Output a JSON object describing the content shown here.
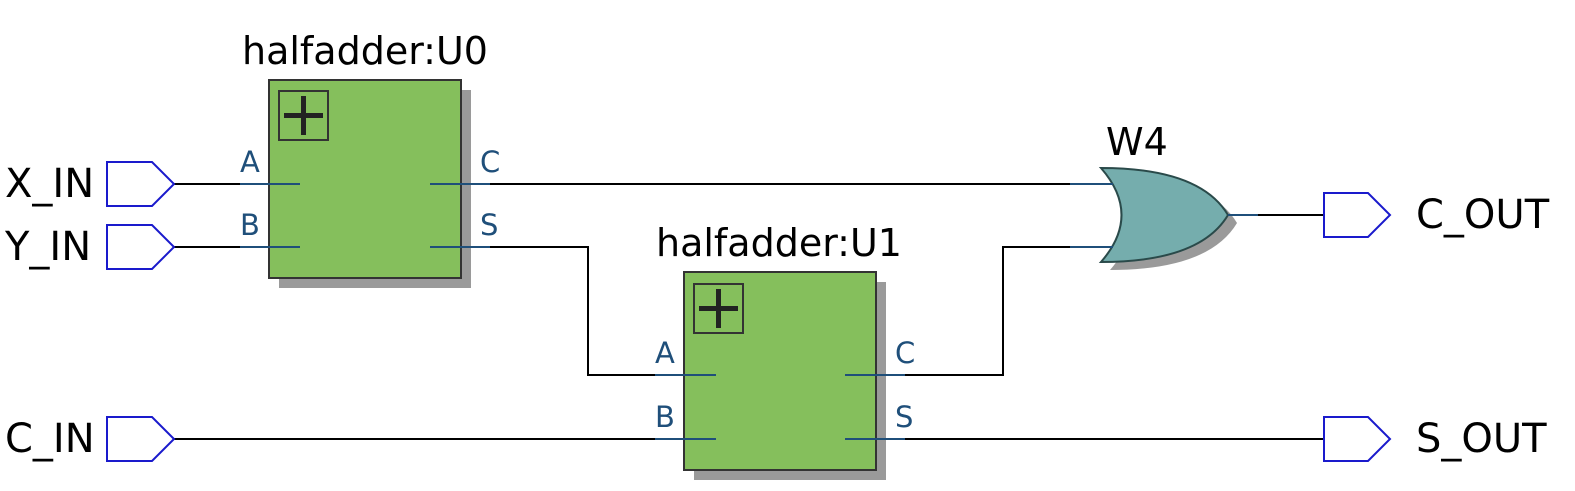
{
  "ports": {
    "x_in": "X_IN",
    "y_in": "Y_IN",
    "c_in": "C_IN",
    "c_out": "C_OUT",
    "s_out": "S_OUT"
  },
  "instances": {
    "u0": {
      "label": "halfadder:U0",
      "pin_a": "A",
      "pin_b": "B",
      "pin_c": "C",
      "pin_s": "S"
    },
    "u1": {
      "label": "halfadder:U1",
      "pin_a": "A",
      "pin_b": "B",
      "pin_c": "C",
      "pin_s": "S"
    },
    "w4": {
      "label": "W4"
    }
  },
  "colors": {
    "block_fill": "#85bf5c",
    "gate_fill": "#75adad",
    "port_stroke": "#1a1acc",
    "pin_label": "#1f4f7a"
  },
  "icons": {
    "expand": "plus-box-icon",
    "or_gate": "or-gate-icon",
    "input_port": "input-port-icon",
    "output_port": "output-port-icon"
  }
}
